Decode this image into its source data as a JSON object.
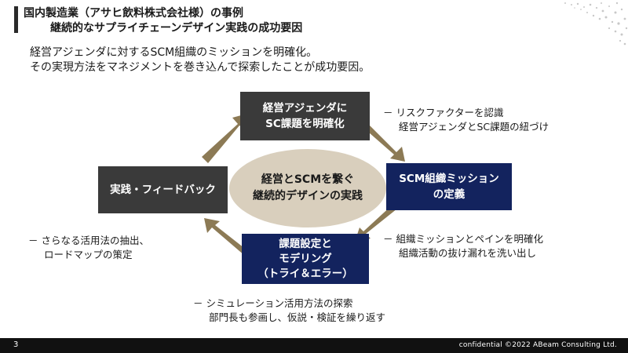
{
  "title": {
    "line1": "国内製造業（アサヒ飲料株式会社様）の事例",
    "line2": "継続的なサプライチェーンデザイン実践の成功要因"
  },
  "lead": {
    "line1": "経営アジェンダに対するSCM組織のミッションを明確化。",
    "line2": "その実現方法をマネジメントを巻き込んで探索したことが成功要因。"
  },
  "diagram": {
    "center": {
      "line1": "経営とSCMを繋ぐ",
      "line2": "継続的デザインの実践"
    },
    "top": {
      "line1": "経営アジェンダに",
      "line2": "SC課題を明確化"
    },
    "right": {
      "line1": "SCM組織ミッション",
      "line2": "の定義"
    },
    "bottom": {
      "line1": "課題設定と",
      "line2": "モデリング",
      "line3": "（トライ＆エラー）"
    },
    "left": {
      "line1": "実践・フィードバック"
    },
    "colors": {
      "dark": "#3a3a3a",
      "navy": "#13235e",
      "arrow": "#8c7a55",
      "ellipse": "#d9cfbd"
    }
  },
  "notes": {
    "top_right": {
      "line1": "－ リスクファクターを認識",
      "line2": "経営アジェンダとSC課題の紐づけ"
    },
    "right": {
      "line1": "－ 組織ミッションとペインを明確化",
      "line2": "組織活動の抜け漏れを洗い出し"
    },
    "left": {
      "line1": "－ さらなる活用法の抽出、",
      "line2": "ロードマップの策定"
    },
    "bottom": {
      "line1": "－ シミュレーション活用方法の探索",
      "line2": "部門長も参画し、仮説・検証を繰り返す"
    }
  },
  "footer": {
    "page_number": "3",
    "copyright": "confidential  ©2022 ABeam Consulting Ltd."
  }
}
